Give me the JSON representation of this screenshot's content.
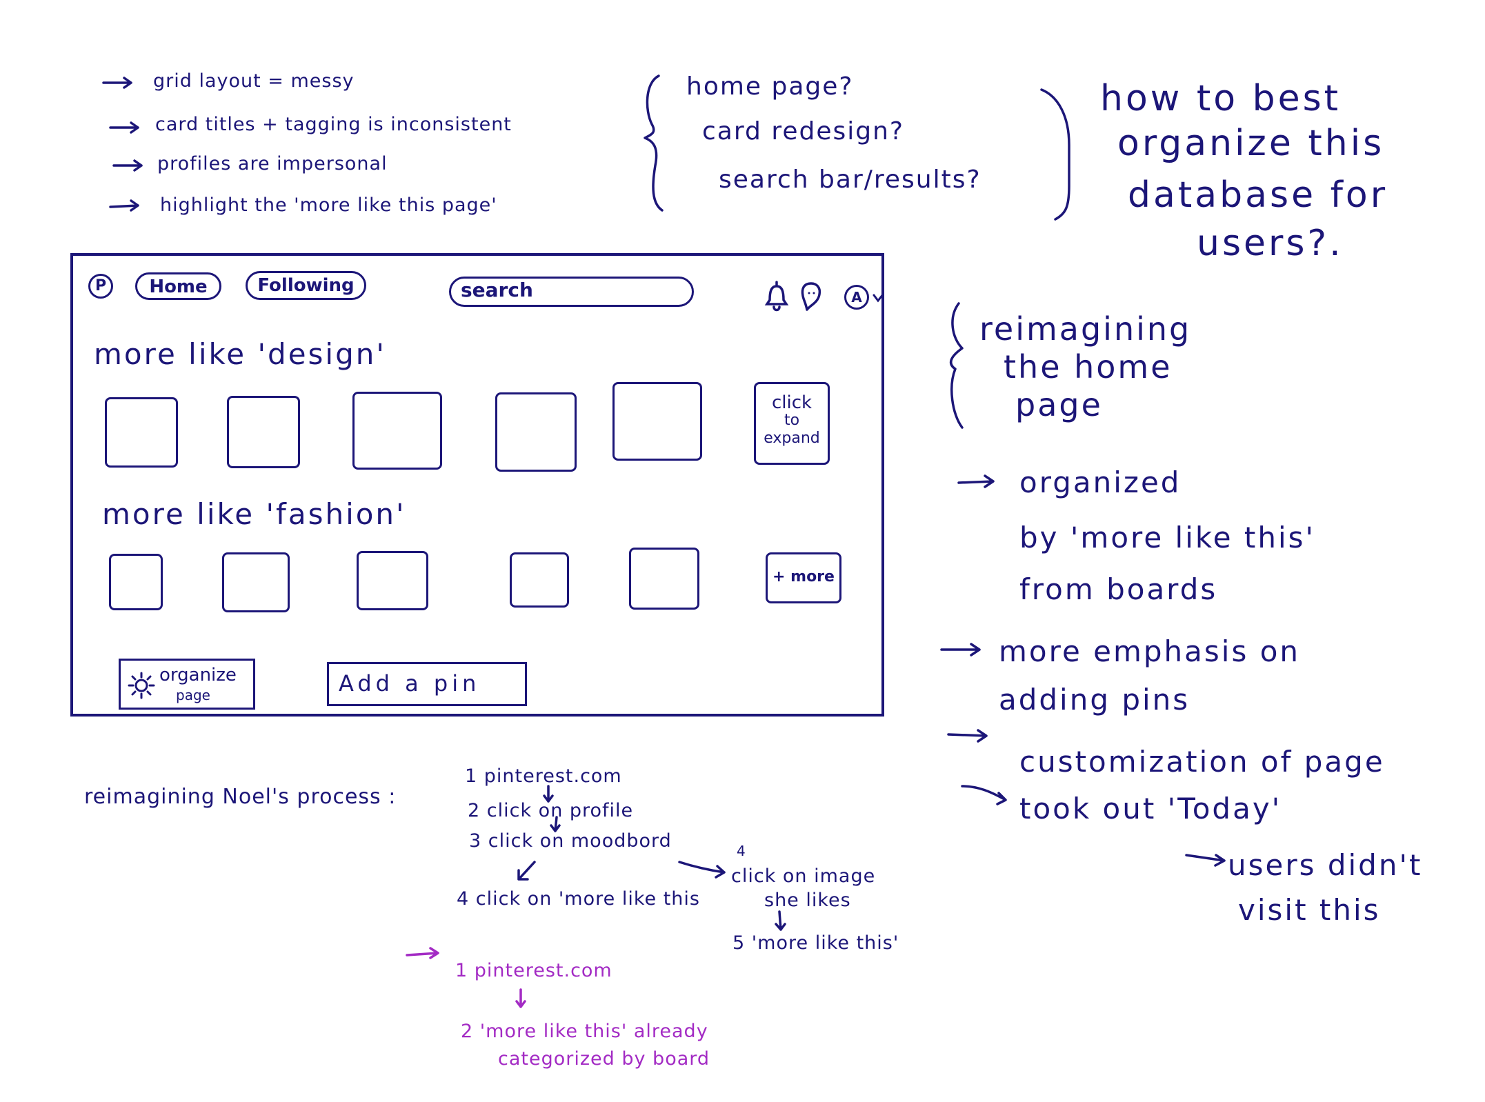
{
  "top_notes": {
    "items": [
      "grid layout = messy",
      "card titles + tagging is inconsistent",
      "profiles are impersonal",
      "highlight the 'more like this page'"
    ]
  },
  "questions": [
    "home page?",
    "card redesign?",
    "search bar/results?"
  ],
  "big_question": [
    "how to best",
    "organize this",
    "database for",
    "users?."
  ],
  "wireframe": {
    "nav": {
      "logo": "P",
      "home": "Home",
      "following": "Following",
      "search": "search",
      "avatar": "A"
    },
    "section_design": {
      "title": "more like 'design'",
      "expand_card": [
        "click",
        "to",
        "expand"
      ]
    },
    "section_fashion": {
      "title": "more like 'fashion'",
      "more_card": "+ more"
    },
    "organize_button": [
      "organize",
      "page"
    ],
    "add_pin_button": "Add a pin"
  },
  "reimagining": [
    "reimagining",
    "the home",
    "page"
  ],
  "right_notes": {
    "organized": [
      "organized",
      "by 'more like this'",
      "from boards"
    ],
    "emphasis": [
      "more emphasis on",
      "adding pins"
    ],
    "customization": "customization of page",
    "took_out": "took out 'Today'",
    "users_didnt": [
      "users didn't",
      "visit this"
    ]
  },
  "process": {
    "label": "reimagining Noel's process :",
    "steps": {
      "s1": "1  pinterest.com",
      "s2": "2  click on profile",
      "s3": "3  click on moodbord",
      "s4a": "4  click on 'more like this",
      "s4b_num": "4",
      "s4b": [
        "click on image",
        "she likes"
      ],
      "s5": "5  'more like this'"
    },
    "new_steps": {
      "s1": "1  pinterest.com",
      "s2": [
        "2  'more like this' already",
        "categorized by board"
      ]
    }
  }
}
